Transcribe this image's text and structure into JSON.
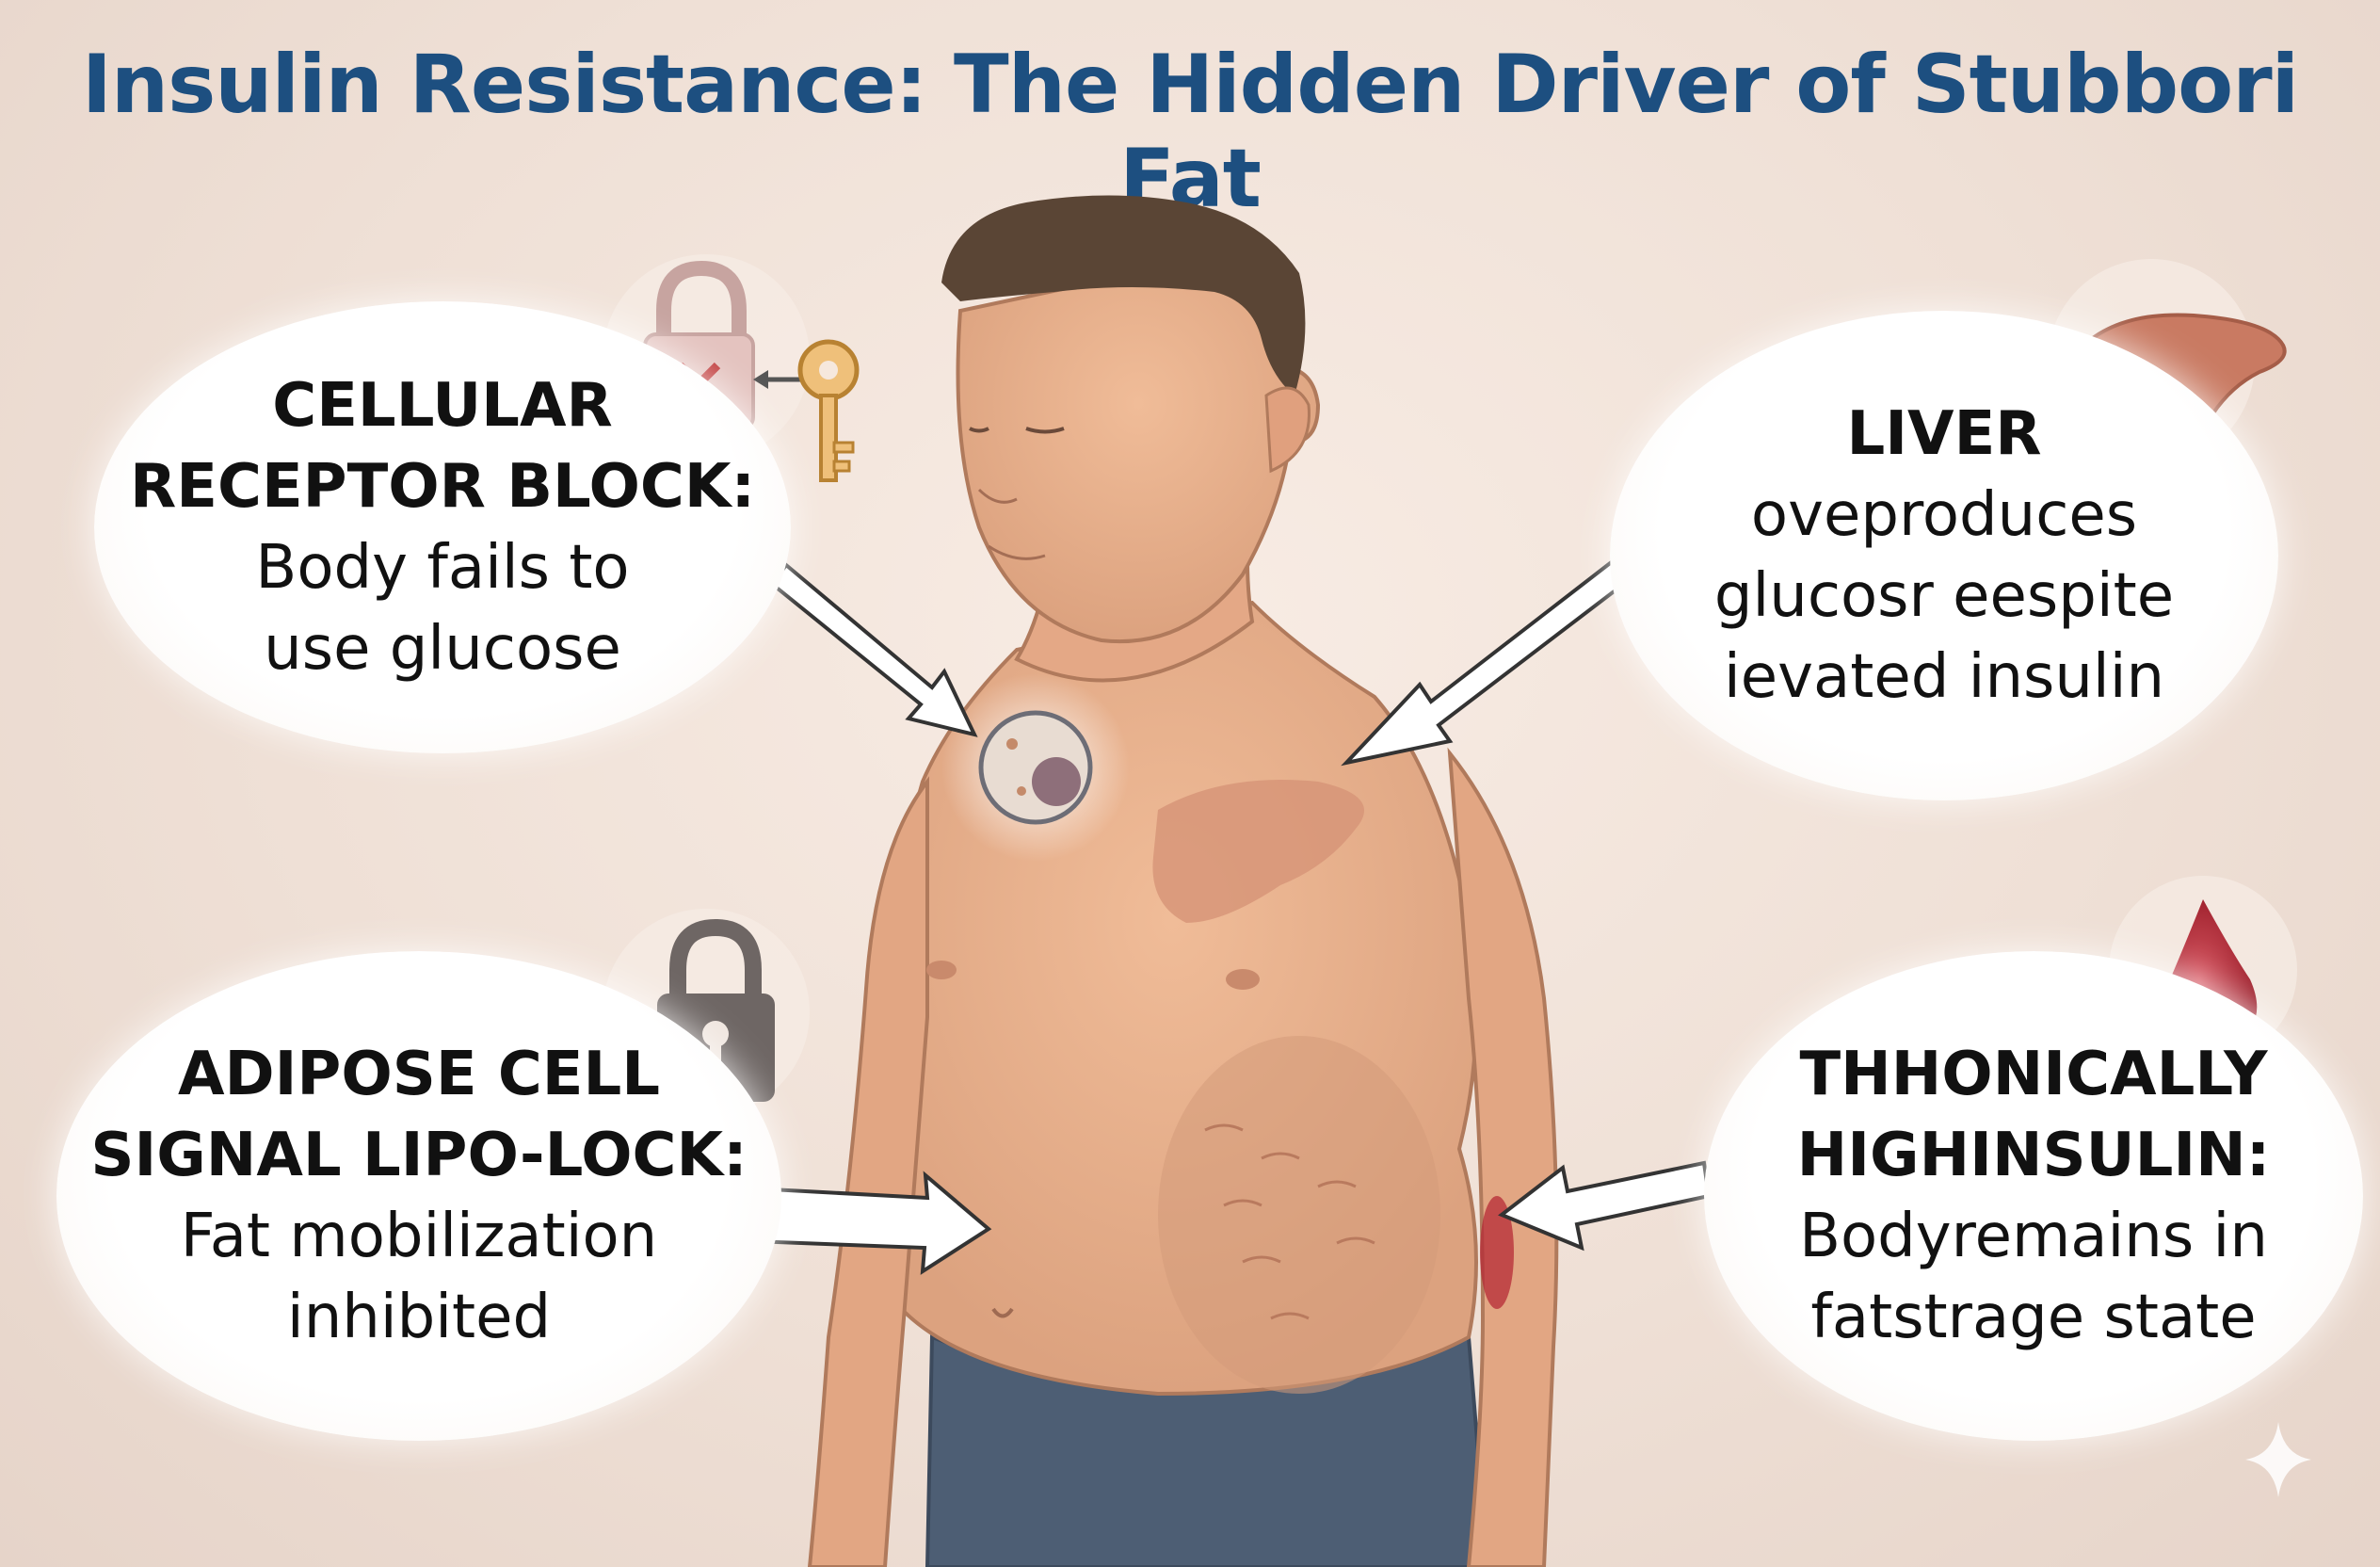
{
  "title": "Insulin Resistance: The Hidden Driver of Stubbori Fat",
  "callouts": [
    {
      "heading": [
        "CELLULAR",
        "RECEPTOR BLOCK:"
      ],
      "body": [
        "Body fails to",
        "use glucose"
      ]
    },
    {
      "heading": [
        "LIVER"
      ],
      "body": [
        "oveproduces",
        "glucosr eespite",
        "ievated insulin"
      ]
    },
    {
      "heading": [
        "ADIPOSE CELL",
        "SIGNAL LIPO-LOCK:"
      ],
      "body": [
        "Fat mobilization",
        "inhibited"
      ]
    },
    {
      "heading": [
        "THHONICALLY",
        "HIGHINSULIN:"
      ],
      "body": [
        "Bodyremains in",
        "fatstrage state"
      ]
    }
  ],
  "icons": [
    "blocked-lock-icon",
    "key-icon",
    "liver-icon",
    "lock-icon",
    "blood-drop-icon",
    "sparkle-icon"
  ],
  "colors": {
    "title": "#1d4f80",
    "skin": "#e9b08c",
    "hair": "#5a4535",
    "shorts": "#4d5e74",
    "accent_red": "#b52a35"
  }
}
